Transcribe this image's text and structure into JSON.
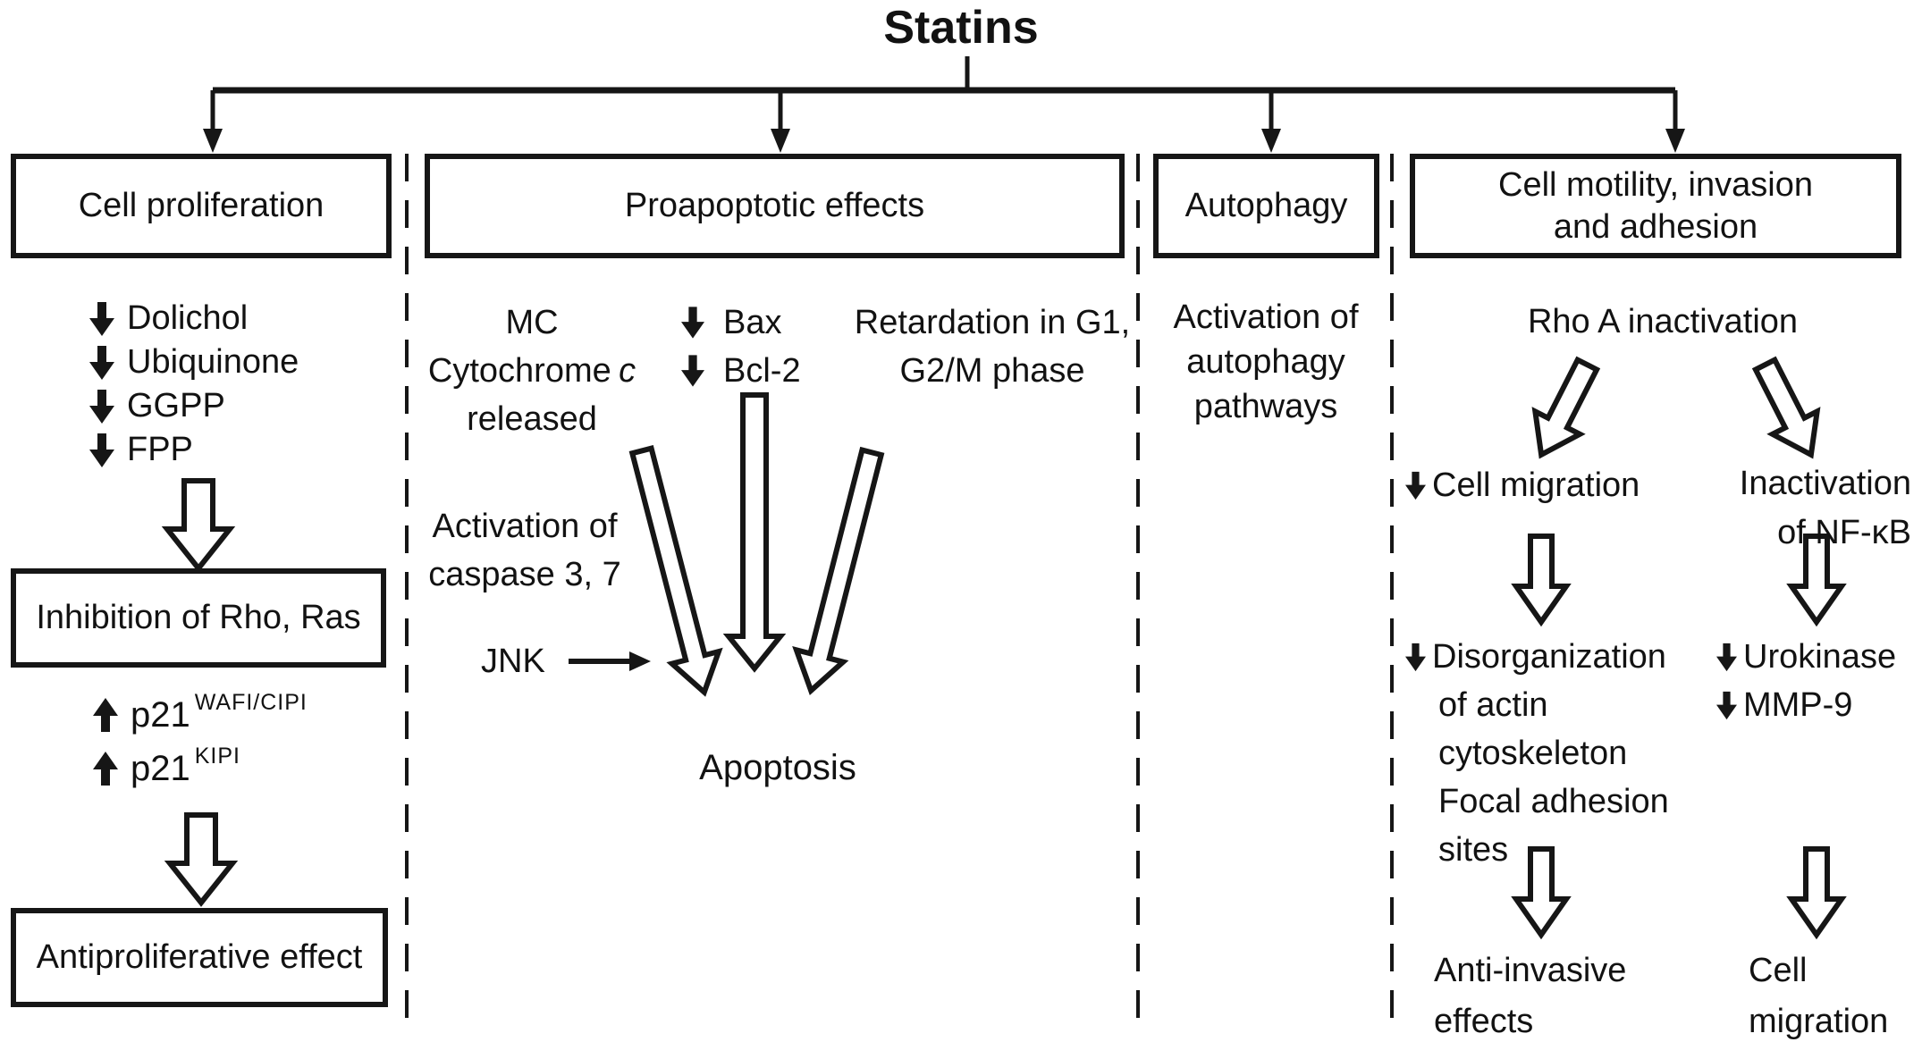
{
  "title": "Statins",
  "col_proliferation": {
    "header": "Cell proliferation",
    "decreased_items": [
      "Dolichol",
      "Ubiquinone",
      "GGPP",
      "FPP"
    ],
    "box_inhibition": "Inhibition of Rho, Ras",
    "increased_items": [
      {
        "base": "p21",
        "sup": "WAFI/CIPI"
      },
      {
        "base": "p21",
        "sup": "KIPI"
      }
    ],
    "box_effect": "Antiproliferative effect"
  },
  "col_proapoptotic": {
    "header": "Proapoptotic effects",
    "mc_line1": "MC",
    "mc_line2_prefix": "Cytochrome",
    "mc_line2_italic": "c",
    "mc_line3": "released",
    "decreased_items": [
      "Bax",
      "Bcl-2"
    ],
    "retardation_line1": "Retardation in G1,",
    "retardation_line2": "G2/M phase",
    "caspase_line1": "Activation of",
    "caspase_line2": "caspase 3, 7",
    "jnk": "JNK",
    "apoptosis": "Apoptosis"
  },
  "col_autophagy": {
    "header": "Autophagy",
    "body_line1": "Activation of",
    "body_line2": "autophagy",
    "body_line3": "pathways"
  },
  "col_motility": {
    "header_line1": "Cell motility, invasion",
    "header_line2": "and adhesion",
    "rhoa": "Rho A inactivation",
    "cell_migration_decreased": "Cell migration",
    "nfkb_line1": "Inactivation",
    "nfkb_line2": "of NF-κB",
    "disorganization_line1": "Disorganization",
    "disorganization_line2": "of actin",
    "disorganization_line3": "cytoskeleton",
    "disorganization_line4": "Focal adhesion",
    "disorganization_line5": "sites",
    "urokinase": "Urokinase",
    "mmp9": "MMP-9",
    "anti_invasive_line1": "Anti-invasive",
    "anti_invasive_line2": "effects",
    "final_migration_line1": "Cell",
    "final_migration_line2": "migration"
  }
}
